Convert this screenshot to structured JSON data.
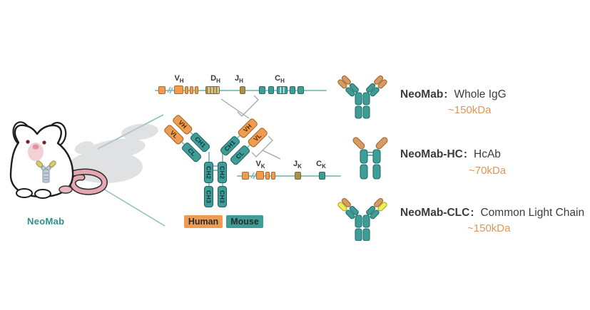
{
  "mouse": {
    "label": "NeoMab"
  },
  "heavy_locus": {
    "v": {
      "base": "V",
      "sub": "H"
    },
    "d": {
      "base": "D",
      "sub": "H"
    },
    "j": {
      "base": "J",
      "sub": "H"
    },
    "c": {
      "base": "C",
      "sub": "H"
    }
  },
  "kappa_locus": {
    "v": {
      "base": "V",
      "sub": "K"
    },
    "j": {
      "base": "J",
      "sub": "K"
    },
    "c": {
      "base": "C",
      "sub": "K"
    }
  },
  "y_diagram": {
    "left_arm": {
      "vh": "VH",
      "vl": "VL",
      "ch1": "CH1",
      "cl": "CL"
    },
    "right_arm": {
      "vh": "VH",
      "vl": "VL",
      "ch1": "CH1",
      "cl": "CL"
    },
    "stem": {
      "ch2": "CH2",
      "ch3": "CH3"
    }
  },
  "legend": {
    "human": "Human",
    "mouse": "Mouse"
  },
  "products": [
    {
      "name": "NeoMab",
      "sep": ":",
      "desc": "Whole IgG",
      "mass": "~150kDa"
    },
    {
      "name": "NeoMab-HC",
      "sep": ":",
      "desc": "HcAb",
      "mass": "~70kDa"
    },
    {
      "name": "NeoMab-CLC",
      "sep": ":",
      "desc": "Common Light Chain",
      "mass": "~150kDa"
    }
  ],
  "colors": {
    "human_orange": "#EF9B50",
    "mouse_teal": "#3F9D97",
    "olive_segment": "#A8924C",
    "locus_line_teal": "#8FC4C1",
    "bracket_grey": "#9EA8AC",
    "mass_text_orange": "#DD9659",
    "neomab_label_teal": "#2E8F8B",
    "clc_light_chain_yellow": "#EDF052",
    "body_text": "#3A3A3A"
  }
}
